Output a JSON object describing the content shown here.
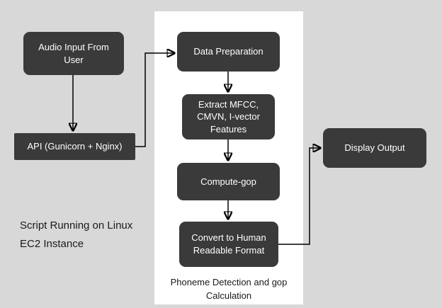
{
  "diagram": {
    "background_color": "#d8d8d8",
    "panel_color": "#ffffff",
    "node_fill_color": "#3a3a3a",
    "node_text_color": "#ffffff",
    "arrow_color": "#000000",
    "nodes": {
      "audio_input": {
        "label": "Audio Input From User"
      },
      "api": {
        "label": "API (Gunicorn + Nginx)"
      },
      "data_preparation": {
        "label": "Data Preparation"
      },
      "extract_features": {
        "label": "Extract MFCC, CMVN, I-vector Features"
      },
      "compute_gop": {
        "label": "Compute-gop"
      },
      "convert_format": {
        "label": "Convert to Human Readable Format"
      },
      "display_output": {
        "label": "Display Output"
      }
    },
    "labels": {
      "script_note": "Script Running on Linux EC2 Instance",
      "panel_caption": "Phoneme Detection and gop Calculation"
    },
    "edges": [
      {
        "from": "audio_input",
        "to": "api"
      },
      {
        "from": "api",
        "to": "data_preparation"
      },
      {
        "from": "data_preparation",
        "to": "extract_features"
      },
      {
        "from": "extract_features",
        "to": "compute_gop"
      },
      {
        "from": "compute_gop",
        "to": "convert_format"
      },
      {
        "from": "convert_format",
        "to": "display_output"
      }
    ]
  }
}
